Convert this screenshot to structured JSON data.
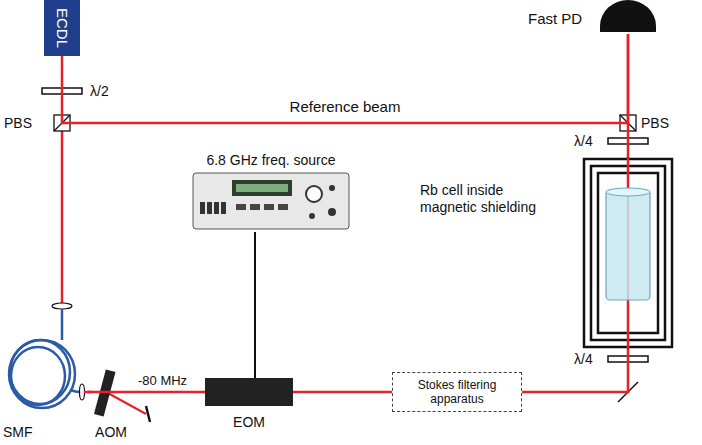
{
  "diagram": {
    "nodes": [
      {
        "text": [
          "ECDL"
        ]
      },
      {
        "text": [
          "Fast PD"
        ]
      },
      {
        "text": [
          "Rb cell inside magnetic shielding"
        ]
      },
      {
        "text": [
          "6.8 GHz freq. source"
        ]
      },
      {
        "text": [
          "AOM"
        ]
      },
      {
        "text": [
          "EOM"
        ]
      },
      {
        "text": [
          "Stokes filtering apparatus"
        ]
      }
    ],
    "edges": [
      {
        "from": 0,
        "to": 1,
        "label": "Reference beam",
        "arrow": "none"
      },
      {
        "from": 4,
        "to": 5,
        "arrow": "none"
      },
      {
        "from": 3,
        "to": 5,
        "arrow": "none"
      },
      {
        "from": 5,
        "to": 6,
        "arrow": "none"
      },
      {
        "from": 6,
        "to": 2,
        "arrow": "none"
      },
      {
        "from": 2,
        "to": 1,
        "arrow": "none"
      }
    ],
    "labels": [
      "λ/2",
      "PBS",
      "PBS",
      "λ/4",
      "λ/4",
      "SMF",
      "-80 MHz"
    ]
  }
}
